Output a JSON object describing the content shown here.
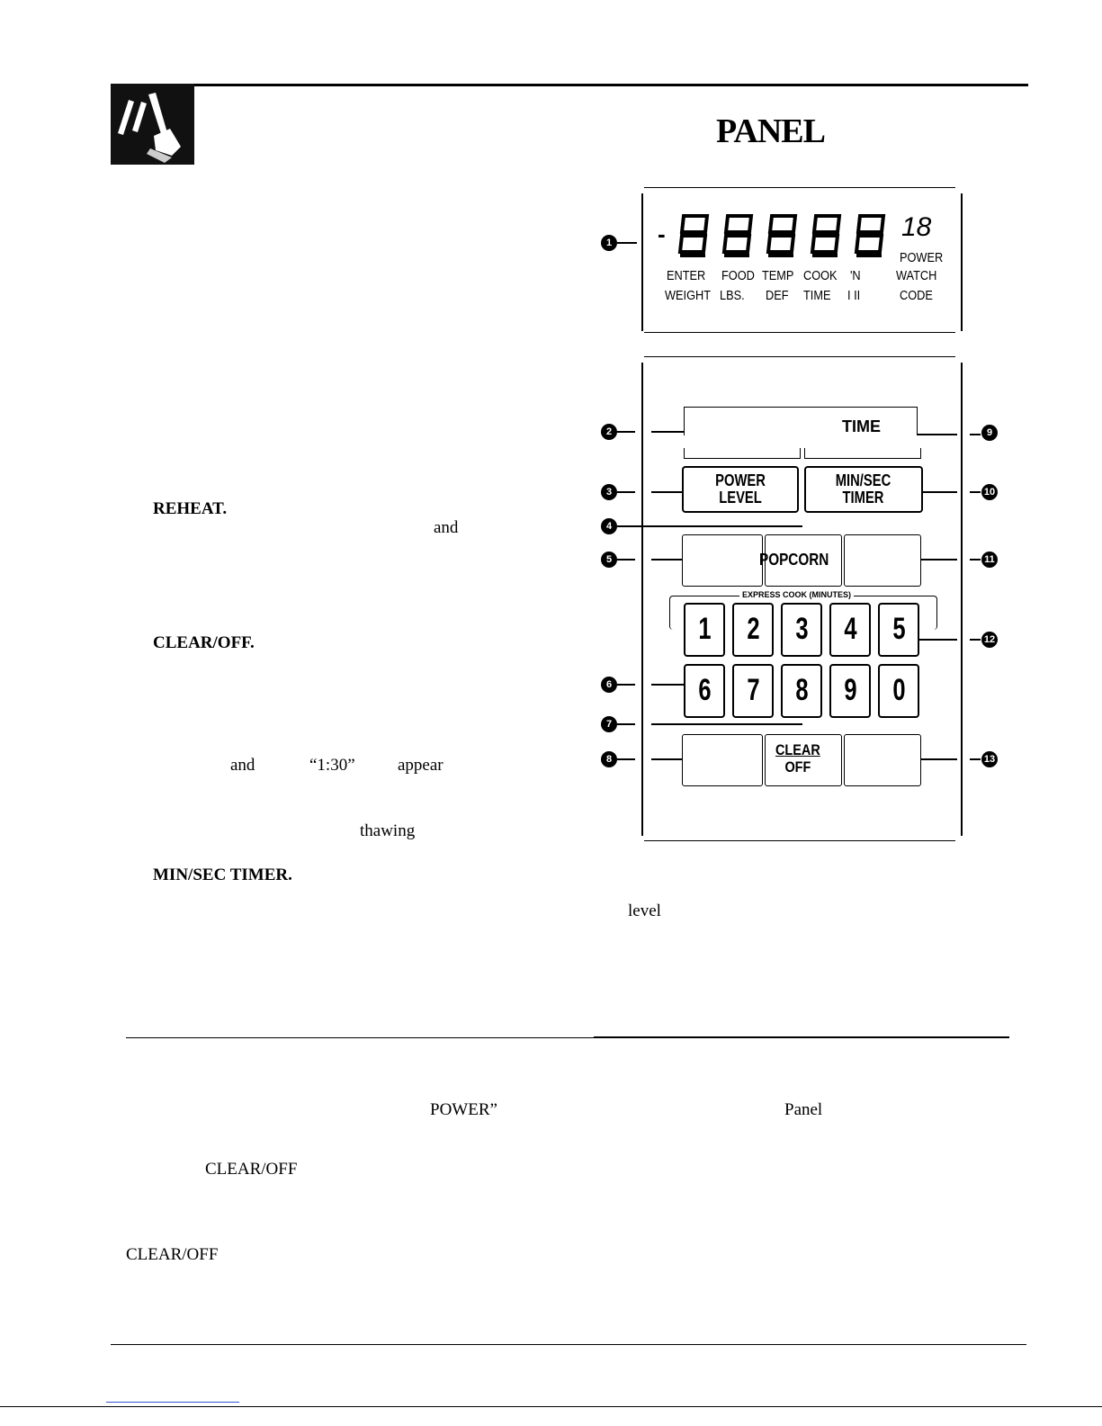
{
  "header": {
    "title": "PANEL",
    "logo_icon": "hand-pressing-button-icon"
  },
  "lcd": {
    "dash": "-",
    "digits": [
      "8",
      "8",
      "8",
      "8",
      "8"
    ],
    "small_digits": "18",
    "power": "POWER",
    "row1": [
      "ENTER",
      "FOOD",
      "TEMP",
      "COOK",
      "'N",
      "WATCH"
    ],
    "row2": [
      "WEIGHT",
      "LBS.",
      "DEF",
      "TIME",
      "I II",
      "CODE"
    ]
  },
  "keypad": {
    "time": "TIME",
    "power_level": [
      "POWER",
      "LEVEL"
    ],
    "min_sec_timer": [
      "MIN/SEC",
      "TIMER"
    ],
    "popcorn": "POPCORN",
    "express_cook": "EXPRESS COOK (MINUTES)",
    "row1": [
      "1",
      "2",
      "3",
      "4",
      "5"
    ],
    "row2": [
      "6",
      "7",
      "8",
      "9",
      "0"
    ],
    "clear_off": [
      "CLEAR",
      "OFF"
    ]
  },
  "callouts": [
    "1",
    "2",
    "3",
    "4",
    "5",
    "6",
    "7",
    "8",
    "9",
    "10",
    "11",
    "12",
    "13"
  ],
  "body_fragments": {
    "reheat": "REHEAT.",
    "and1": "and",
    "clear_off1": "CLEAR/OFF.",
    "and2": "and",
    "time_130": "“1:30”",
    "appear": "appear",
    "thawing": "thawing",
    "min_sec_timer": "MIN/SEC TIMER.",
    "level": "level",
    "power_quote": "POWER”",
    "panel": "Panel",
    "clear_off2": "CLEAR/OFF",
    "clear_off3": "CLEAR/OFF"
  }
}
